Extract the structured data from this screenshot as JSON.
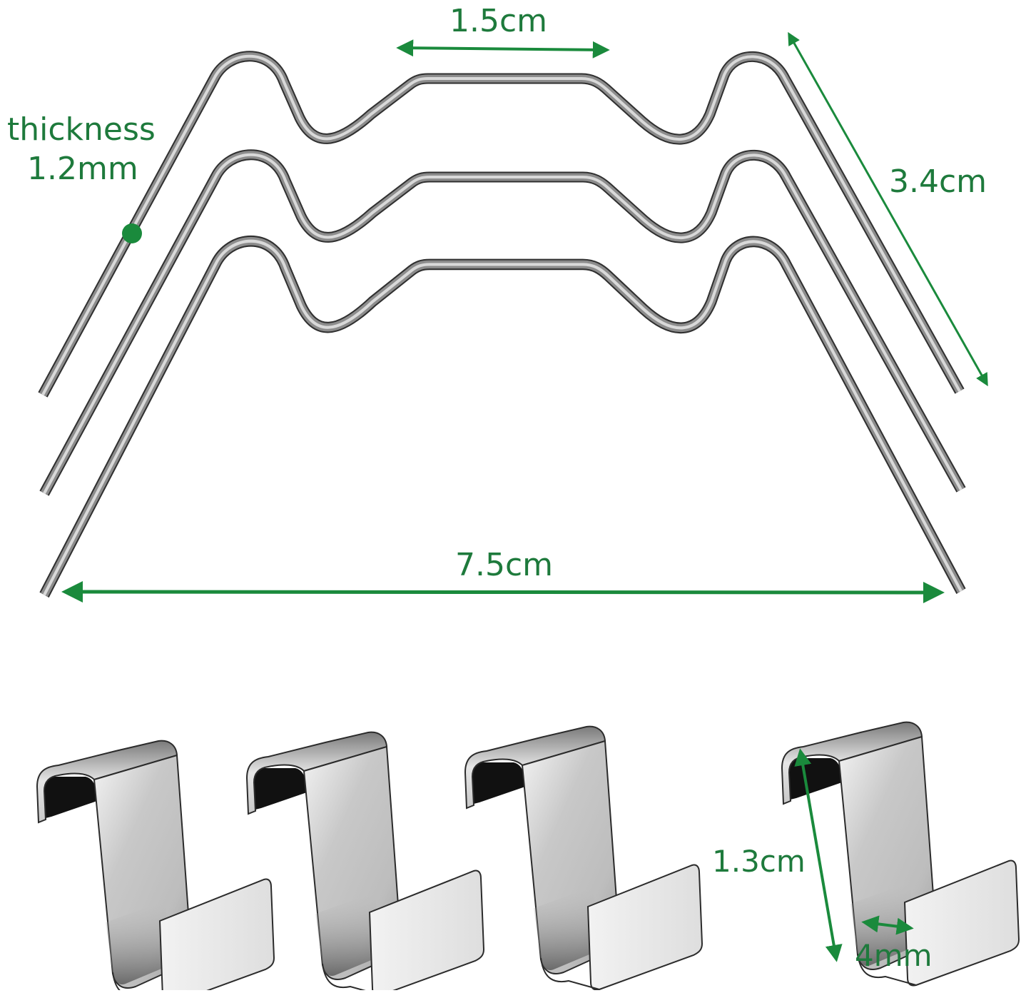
{
  "diagram": {
    "subject": "W-wire glazing clips and S-shaped glass overlap clips with dimensions",
    "colors": {
      "dimension_green": "#1e7a3c",
      "dimension_line": "#1a8a3c",
      "wire_dark": "#3a3a3a",
      "wire_mid": "#8a8a8a",
      "wire_light": "#d6d6d6",
      "metal_light": "#e8e8e8",
      "metal_mid": "#b8b8b8",
      "metal_dark": "#111111",
      "background": "#ffffff"
    },
    "wire_clips": {
      "count": 3,
      "labels": {
        "top_width": "1.5cm",
        "thickness_line1": "thickness",
        "thickness_line2": "1.2mm",
        "leg_length": "3.4cm",
        "overall_width": "7.5cm"
      }
    },
    "s_clips": {
      "count": 4,
      "labels": {
        "height": "1.3cm",
        "gap": "4mm"
      }
    }
  }
}
